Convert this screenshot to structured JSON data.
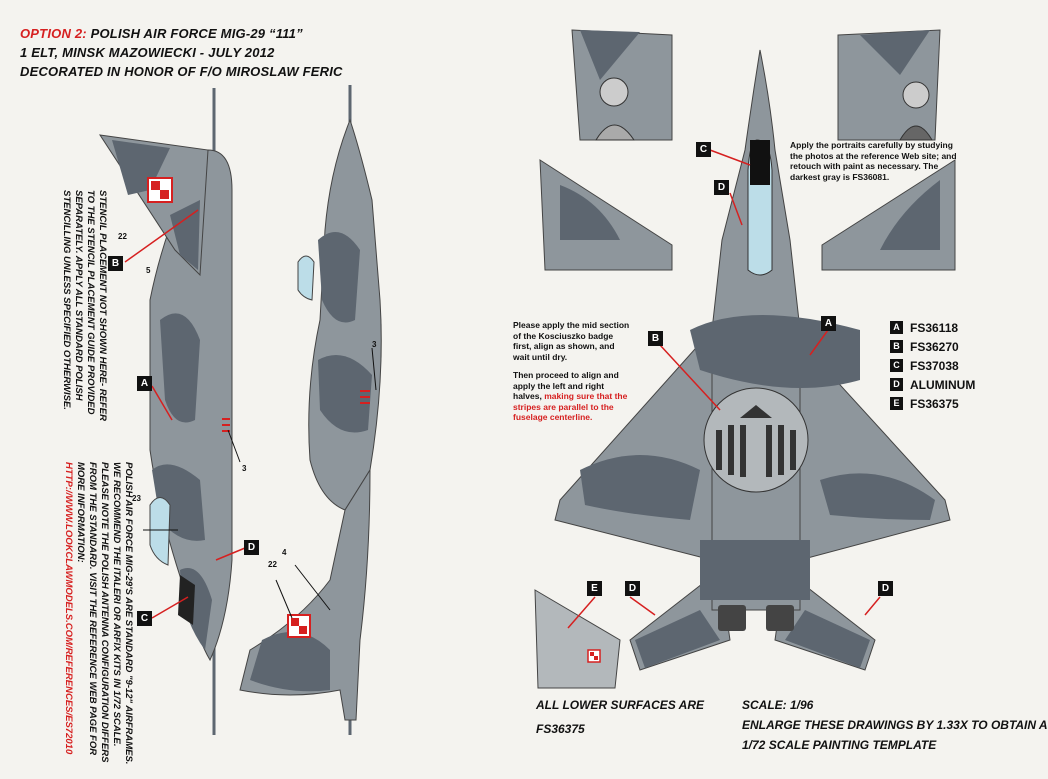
{
  "header": {
    "option_label": "OPTION 2:",
    "title_rest": "POLISH AIR FORCE MIG-29 “111”",
    "line2": "1 ELT, MINSK MAZOWIECKI - JULY 2012",
    "line3": "DECORATED IN HONOR OF F/O MIROSLAW FERIC"
  },
  "stencil_note": {
    "lines": [
      "STENCIL PLACEMENT NOT SHOWN HERE- REFER",
      "TO THE STENCIL PLACEMENT GUIDE PROVIDED",
      "SEPARATELY. APPLY ALL STANDARD POLISH",
      "STENCILLING UNLESS SPECIFIED OTHERWISE."
    ]
  },
  "airframe_note": {
    "lines": [
      "POLISH AIR FORCE MIG-29'S ARE STANDARD \"9-12\" AIRFRAMES.",
      "WE RECOMMEND THE ITALERI OR ARFIX KITS IN 1/72 SCALE.",
      "PLEASE NOTE THE POLISH ANTENNA CONFIGURATION DIFFERS",
      "FROM THE STANDARD. VISIT THE REFERENCE WEB PAGE FOR",
      "MORE INFORMATION:"
    ],
    "url": "HTTP://WWW.LOOKCLAWMODELS.COM/REFERENCES/ES72010"
  },
  "portrait_note": "Apply the portraits carefully by studying the photos at the reference Web site; and retouch with paint as necessary. The darkest gray is FS36081.",
  "badge_note": {
    "black1": "Please apply the mid section of the Kosciuszko badge first, align as shown, and wait until dry.",
    "black2": "Then proceed to align and apply the left and right halves,",
    "red": "making sure that the stripes are parallel to the fuselage centerline."
  },
  "legend": [
    {
      "letter": "A",
      "label": "FS36118"
    },
    {
      "letter": "B",
      "label": "FS36270"
    },
    {
      "letter": "C",
      "label": "FS37038"
    },
    {
      "letter": "D",
      "label": "ALUMINUM"
    },
    {
      "letter": "E",
      "label": "FS36375"
    }
  ],
  "callout_numbers": {
    "n22": "22",
    "n5": "5",
    "n3": "3",
    "n23": "23",
    "n4": "4"
  },
  "callouts": {
    "A": "A",
    "B": "B",
    "C": "C",
    "D": "D",
    "E": "E"
  },
  "aircraft_number": "111",
  "bottom_left": {
    "line1": "ALL LOWER SURFACES ARE",
    "line2": "FS36375"
  },
  "bottom_right": {
    "line1": "SCALE: 1/96",
    "line2": "ENLARGE THESE DRAWINGS BY 1.33X TO OBTAIN A",
    "line3": "1/72 SCALE PAINTING TEMPLATE"
  },
  "colors": {
    "dark": "#5d6670",
    "mid": "#8e969c",
    "light": "#b3b8bb",
    "red": "#d62020",
    "canopy": "#bcdde8"
  }
}
